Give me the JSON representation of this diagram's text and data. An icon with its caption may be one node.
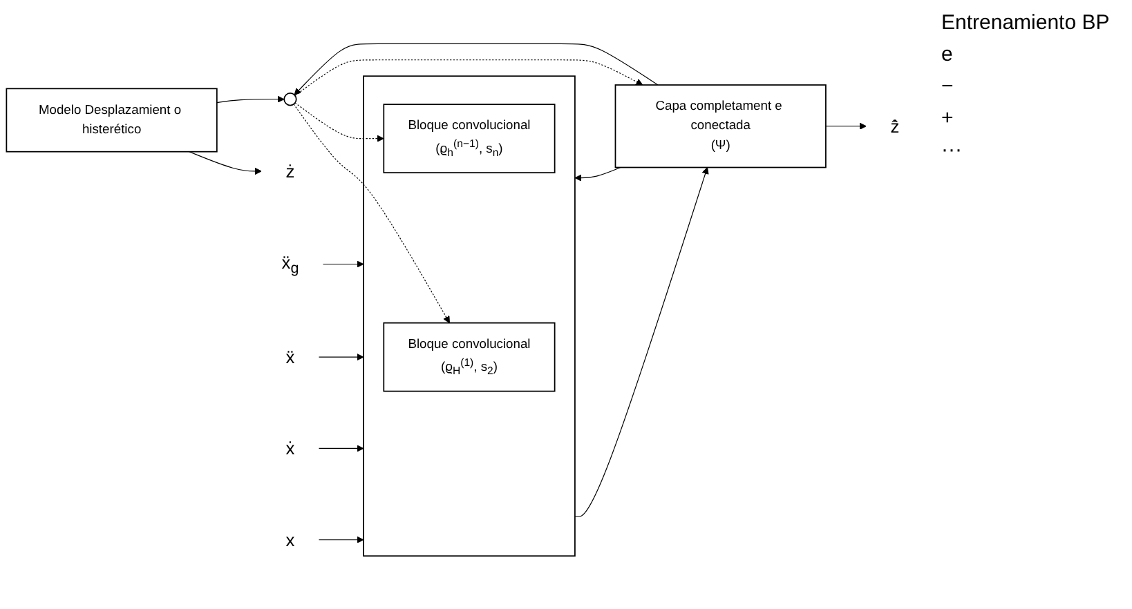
{
  "diagram": {
    "nodes": [
      {
        "text": [
          "Modelo Desplazamient o histerético"
        ]
      },
      {
        "text": [
          "ż"
        ]
      },
      {
        "text": [],
        "shape": "circle"
      },
      {
        "text": [
          "ẍ$_{g}$"
        ]
      },
      {
        "text": [
          "ẍ"
        ]
      },
      {
        "text": [
          "ẋ"
        ]
      },
      {
        "text": [
          "x"
        ]
      },
      {
        "text": [],
        "shape": "box"
      },
      {
        "text": [
          "Bloque convolucional",
          "(ϱ$_{H}$$^{(1)}$, s$_{2}$)"
        ],
        "in": 7
      },
      {
        "text": [
          "Bloque convolucional",
          "(ϱ$_{h}$$^{(n−1)}$, s$_{n}$)"
        ],
        "in": 7
      },
      {
        "text": [
          "Capa completament e conectada",
          "(Ψ)"
        ]
      },
      {
        "text": [
          "ẑ̇"
        ]
      }
    ],
    "edges": [
      {
        "from": 0,
        "to": 1,
        "arrow": "to"
      },
      {
        "from": 0,
        "to": 2,
        "arrow": "to"
      },
      {
        "from": 3,
        "to": 7,
        "arrow": "to"
      },
      {
        "from": 4,
        "to": 7,
        "arrow": "to"
      },
      {
        "from": 5,
        "to": 7,
        "arrow": "to"
      },
      {
        "from": 6,
        "to": 7,
        "arrow": "to"
      },
      {
        "from": 7,
        "to": 10,
        "arrow": "to"
      },
      {
        "from": 10,
        "to": 11,
        "arrow": "to"
      },
      {
        "from": 10,
        "to": 2,
        "arrow": "to"
      },
      {
        "from": 10,
        "to": 7,
        "arrow": "to"
      },
      {
        "from": 2,
        "to": 8,
        "arrow": "to",
        "style": "dashed"
      },
      {
        "from": 2,
        "to": 9,
        "arrow": "to",
        "style": "dashed"
      },
      {
        "from": 2,
        "to": 10,
        "arrow": "to",
        "style": "dashed"
      }
    ],
    "labels": [
      "Entrenamiento BP",
      "e",
      "−",
      "+",
      "···"
    ]
  }
}
